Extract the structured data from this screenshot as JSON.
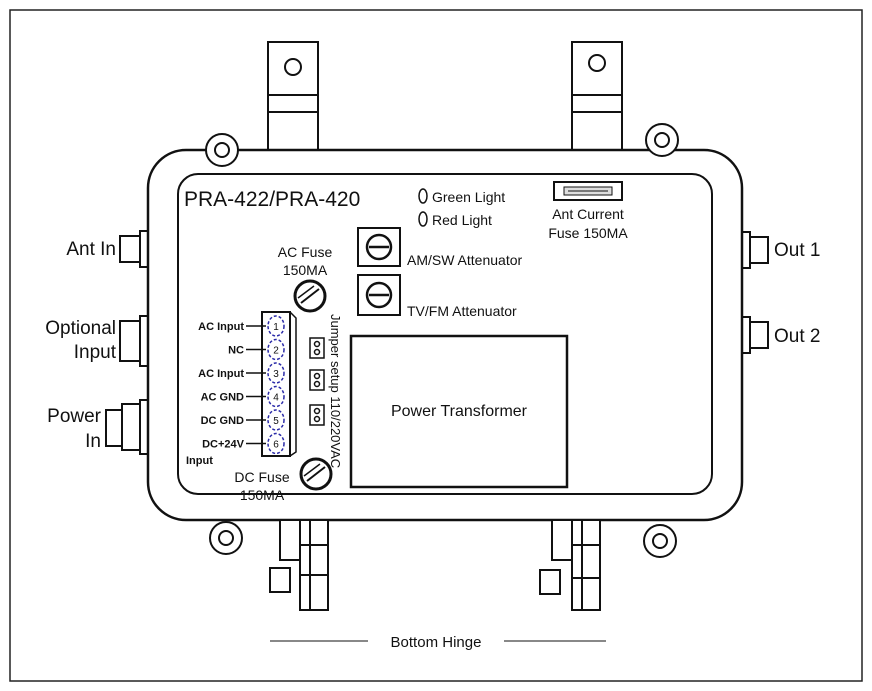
{
  "model_title": "PRA-422/PRA-420",
  "indicators": {
    "green_light": "Green Light",
    "red_light": "Red Light"
  },
  "ant_current_fuse": {
    "line1": "Ant Current",
    "line2": "Fuse 150MA"
  },
  "ac_fuse": {
    "line1": "AC Fuse",
    "line2": "150MA"
  },
  "dc_fuse": {
    "line1": "DC Fuse",
    "line2": "150MA"
  },
  "attenuators": {
    "am_sw": "AM/SW Attenuator",
    "tv_fm": "TV/FM Attenuator"
  },
  "jumper_setup": "Jumper setup 110/220VAC",
  "power_transformer": "Power Transformer",
  "ports": {
    "ant_in": "Ant In",
    "optional_input_line1": "Optional",
    "optional_input_line2": "Input",
    "power_in_line1": "Power",
    "power_in_line2": "In",
    "out_1": "Out 1",
    "out_2": "Out 2"
  },
  "terminals": [
    {
      "num": "1",
      "label": "AC Input"
    },
    {
      "num": "2",
      "label": "NC"
    },
    {
      "num": "3",
      "label": "AC Input"
    },
    {
      "num": "4",
      "label": "AC GND"
    },
    {
      "num": "5",
      "label": "DC GND"
    },
    {
      "num": "6",
      "label": "DC+24V"
    }
  ],
  "terminal_input_suffix": "Input",
  "bottom_hinge": "Bottom Hinge"
}
